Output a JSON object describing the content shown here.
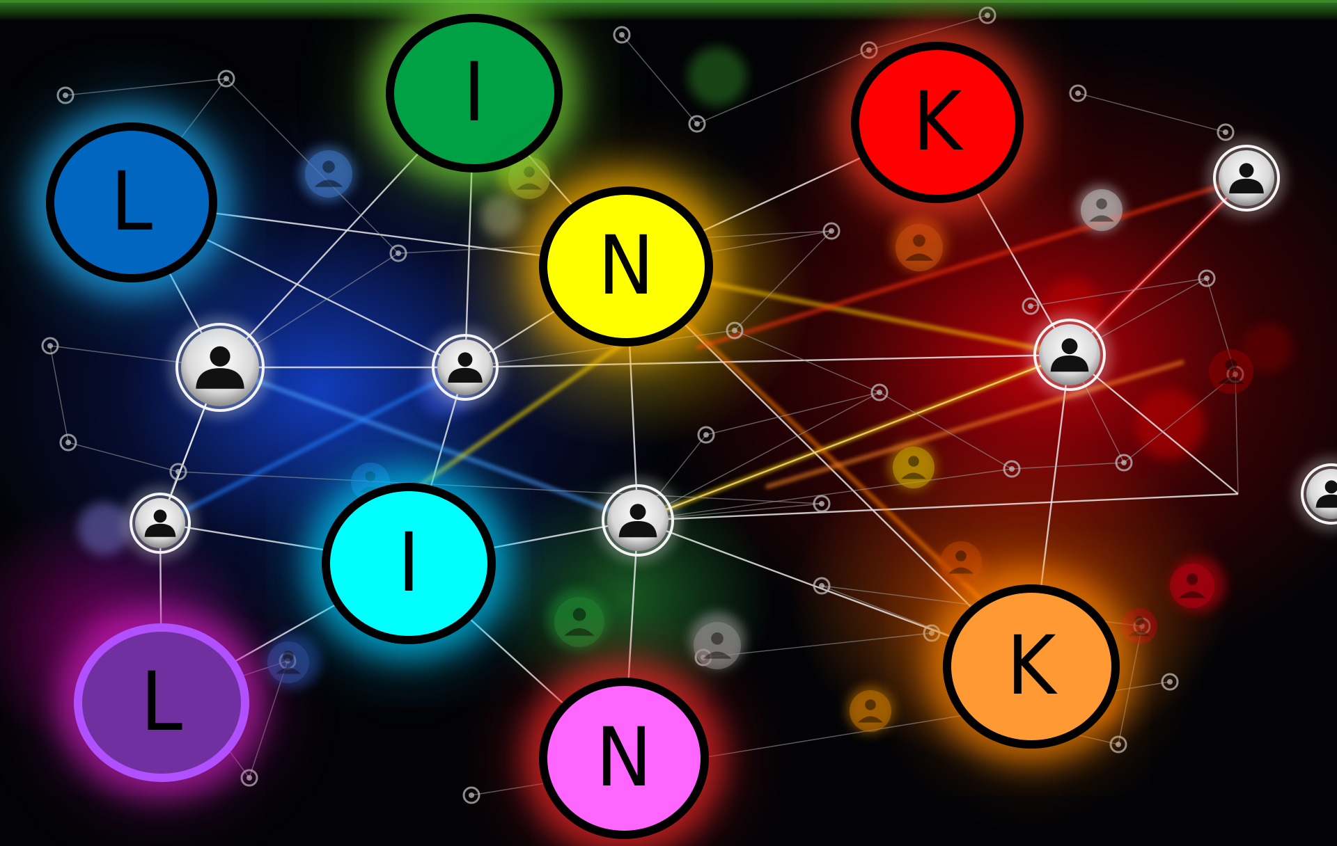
{
  "letters": [
    {
      "text": "L",
      "color": "#0066bf",
      "glow": "#1fb4ff"
    },
    {
      "text": "I",
      "color": "#00a044",
      "glow": "#7ce03a"
    },
    {
      "text": "N",
      "color": "#ffff00",
      "glow": "#ffb300"
    },
    {
      "text": "K",
      "color": "#ff0000",
      "glow": "#ff3b1f"
    },
    {
      "text": "I",
      "color": "#00ffff",
      "glow": "#00d0ff"
    },
    {
      "text": "L",
      "color": "#7030a0",
      "glow": "#d020c0",
      "ring": "#b050ff"
    },
    {
      "text": "N",
      "color": "#ff66ff",
      "glow": "#ff2a2a"
    },
    {
      "text": "K",
      "color": "#ff9933",
      "glow": "#ff8800"
    }
  ],
  "icons": {
    "person": "person-icon"
  }
}
